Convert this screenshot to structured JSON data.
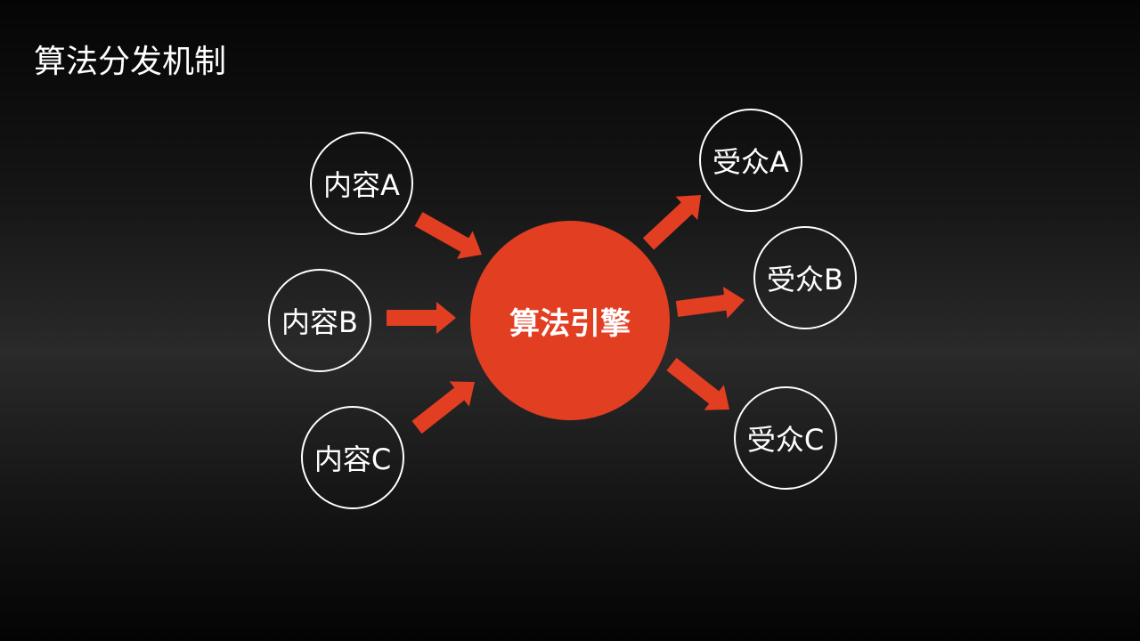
{
  "title": "算法分发机制",
  "engine": {
    "label": "算法引擎",
    "color": "#e23e22"
  },
  "arrow_color": "#e23e22",
  "sources": [
    {
      "label": "内容A"
    },
    {
      "label": "内容B"
    },
    {
      "label": "内容C"
    }
  ],
  "audiences": [
    {
      "label": "受众A"
    },
    {
      "label": "受众B"
    },
    {
      "label": "受众C"
    }
  ]
}
